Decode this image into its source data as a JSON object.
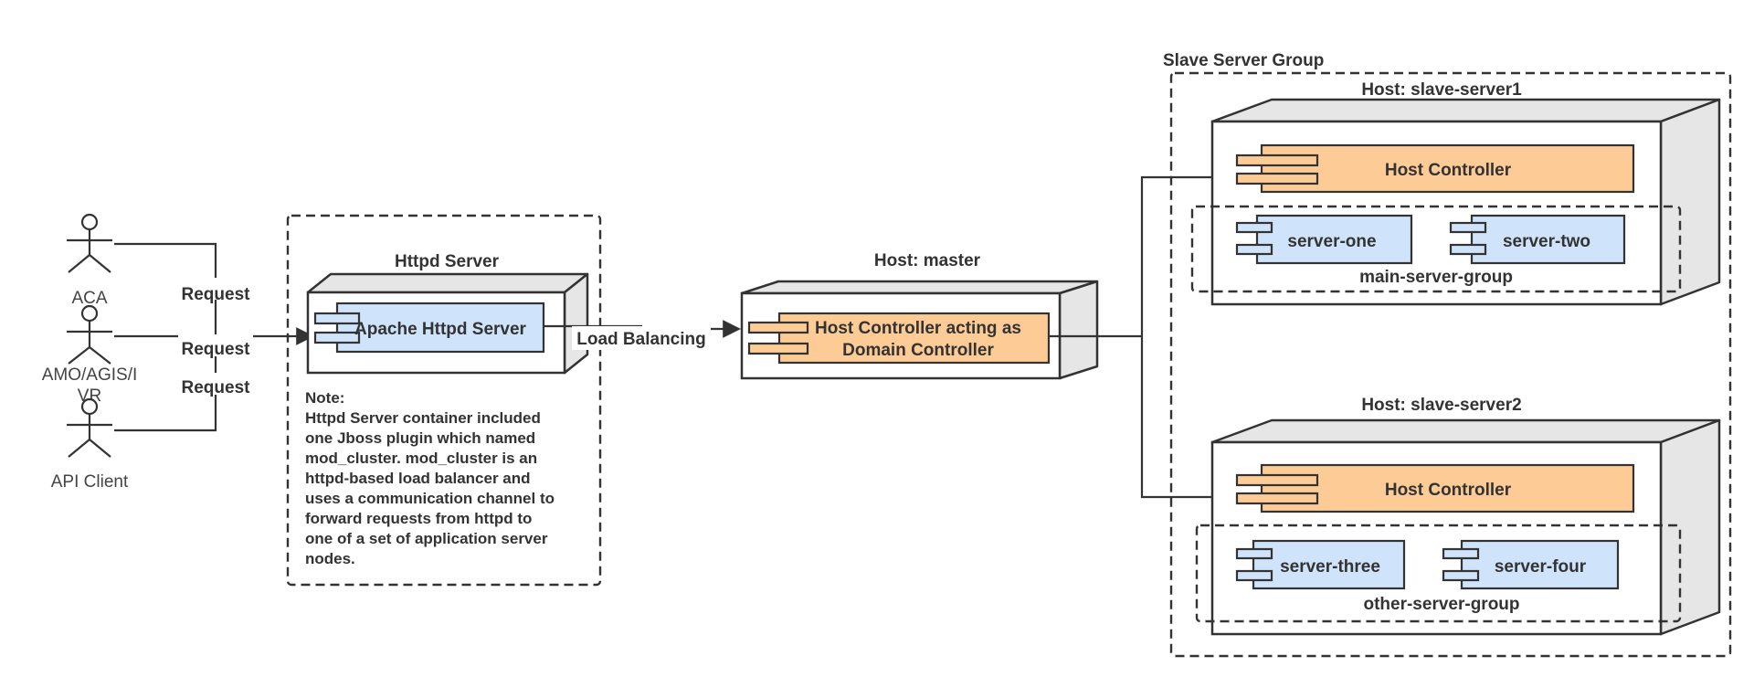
{
  "actors": [
    {
      "label": "ACA"
    },
    {
      "label_line1": "AMO/AGIS/I",
      "label_line2": "VR"
    },
    {
      "label": "API Client"
    }
  ],
  "edges": {
    "request_1": "Request",
    "request_2": "Request",
    "request_3": "Request",
    "load_balancing": "Load Balancing"
  },
  "httpd": {
    "container_title": "Httpd Server",
    "component": "Apache Httpd Server",
    "note": [
      "Note:",
      "Httpd Server container included",
      "one Jboss plugin which named",
      "mod_cluster. mod_cluster is an",
      "httpd-based load balancer and",
      "uses a communication channel to",
      "forward requests from httpd to",
      "one of a set of application server",
      "nodes."
    ]
  },
  "master": {
    "title": "Host: master",
    "component_line1": "Host Controller acting as",
    "component_line2": "Domain Controller"
  },
  "slave_group": {
    "title": "Slave Server Group",
    "hosts": [
      {
        "title": "Host: slave-server1",
        "controller": "Host Controller",
        "group": "main-server-group",
        "servers": [
          "server-one",
          "server-two"
        ]
      },
      {
        "title": "Host: slave-server2",
        "controller": "Host Controller",
        "group": "other-server-group",
        "servers": [
          "server-three",
          "server-four"
        ]
      }
    ]
  },
  "colors": {
    "component_blue": "#cfe3fb",
    "component_orange": "#fdcb96",
    "node_side": "#e6e6e6",
    "stroke": "#333333"
  }
}
